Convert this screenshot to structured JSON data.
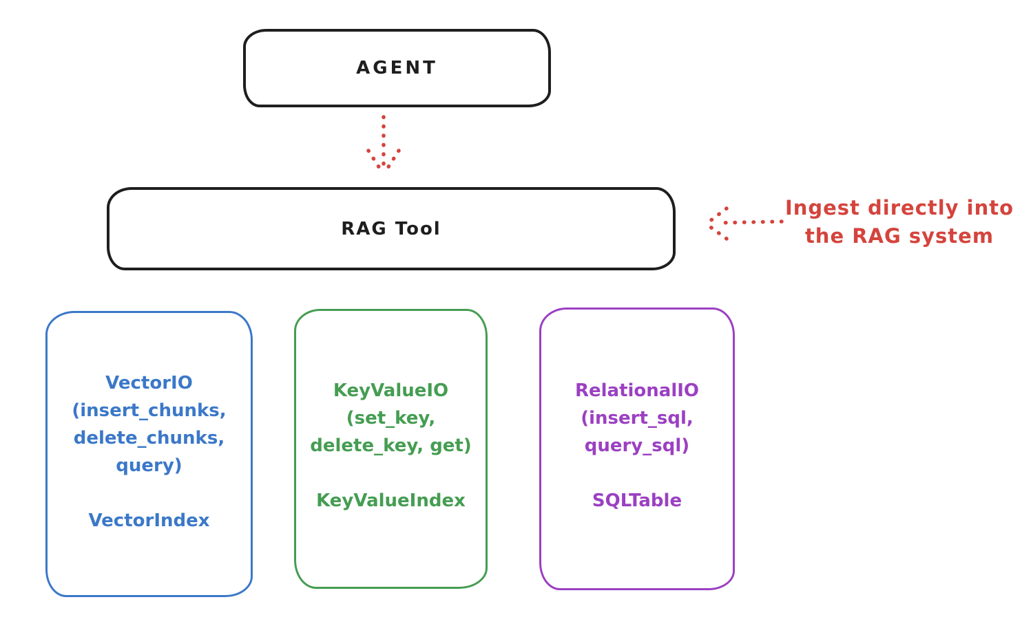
{
  "canvas": {
    "background": "#ffffff"
  },
  "colors": {
    "stroke_black": "#1e1e1e",
    "red": "#d4443d",
    "blue": "#3b78c8",
    "green": "#459d52",
    "purple": "#9b40c2"
  },
  "agent_box": {
    "label": "AGENT"
  },
  "rag_tool_box": {
    "label": "RAG Tool"
  },
  "annotation": {
    "text": "Ingest directly into\nthe RAG system"
  },
  "arrows": [
    {
      "name": "agent-to-rag-tool",
      "style": "dotted",
      "direction": "down"
    },
    {
      "name": "annotation-to-rag-tool",
      "style": "dotted",
      "direction": "left"
    }
  ],
  "storage_boxes": [
    {
      "title": "VectorIO",
      "methods": "(insert_chunks,\ndelete_chunks,\nquery)",
      "index_label": "VectorIndex",
      "color": "#3b78c8"
    },
    {
      "title": "KeyValueIO",
      "methods": "(set_key,\ndelete_key, get)",
      "index_label": "KeyValueIndex",
      "color": "#459d52"
    },
    {
      "title": "RelationalIO",
      "methods": "(insert_sql,\nquery_sql)",
      "index_label": "SQLTable",
      "color": "#9b40c2"
    }
  ]
}
